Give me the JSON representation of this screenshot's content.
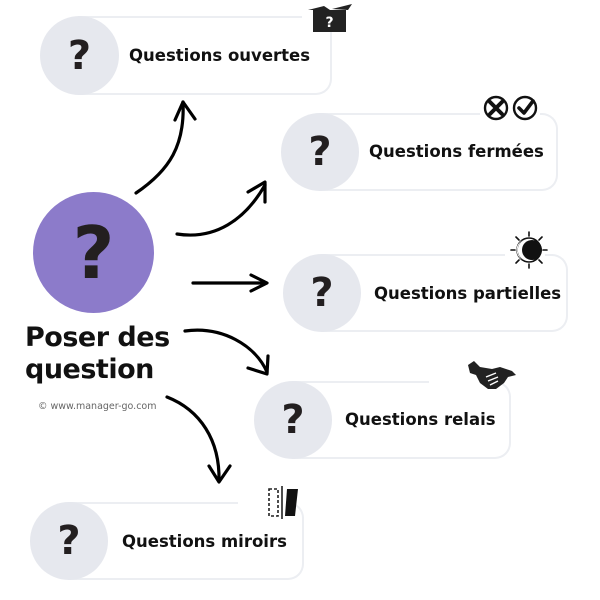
{
  "hub": {
    "title_line1": "Poser des",
    "title_line2": "question",
    "glyph": "?",
    "color": "#8c7bca",
    "credit": "© www.manager-go.com"
  },
  "cards": [
    {
      "label": "Questions ouvertes",
      "glyph": "?",
      "icon": "open-box-question-icon"
    },
    {
      "label": "Questions fermées",
      "glyph": "?",
      "icon": "cross-check-icon"
    },
    {
      "label": "Questions partielles",
      "glyph": "?",
      "icon": "eclipse-icon"
    },
    {
      "label": "Questions relais",
      "glyph": "?",
      "icon": "handshake-icon"
    },
    {
      "label": "Questions miroirs",
      "glyph": "?",
      "icon": "mirror-icon"
    }
  ]
}
